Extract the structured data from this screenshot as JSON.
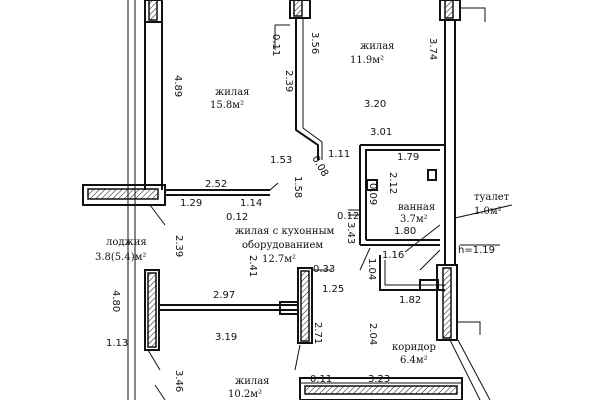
{
  "rooms": {
    "living_top_right": {
      "name": "жилая",
      "area": "11.9м²"
    },
    "living_left": {
      "name": "жилая",
      "area": "15.8м²"
    },
    "kitchen_living": {
      "name_line1": "жилая с кухонным",
      "name_line2": "оборудованием",
      "area": "12.7м²"
    },
    "bathroom": {
      "name": "ванная",
      "area": "3.7м²"
    },
    "toilet": {
      "name": "туалет",
      "area": "1.0м²"
    },
    "loggia": {
      "name": "лоджия",
      "area": "3.8(5.4)м²"
    },
    "corridor": {
      "name": "коридор",
      "area": "6.4м²"
    },
    "living_bottom": {
      "name": "жилая",
      "area": "10.2м²"
    }
  },
  "dimensions": {
    "d_4_89": "4.89",
    "d_0_11_top": "0.11",
    "d_3_56": "3.56",
    "d_3_74": "3.74",
    "d_2_39_top": "2.39",
    "d_3_20": "3.20",
    "d_3_01": "3.01",
    "d_1_11": "1.11",
    "d_0_08": "0.08",
    "d_1_79": "1.79",
    "d_1_53": "1.53",
    "d_1_58": "1.58",
    "d_2_12": "2.12",
    "d_0_09": "0.09",
    "d_2_52": "2.52",
    "d_1_29": "1.29",
    "d_1_14": "1.14",
    "d_0_12_left": "0.12",
    "d_0_12_right": "0.12",
    "d_3_43": "3.43",
    "d_1_80": "1.80",
    "d_2_39_left": "2.39",
    "d_2_41": "2.41",
    "d_0_33": "0.33",
    "d_1_16": "1.16",
    "d_h_1_19": "h=1.19",
    "d_1_04": "1.04",
    "d_1_25": "1.25",
    "d_4_80": "4.80",
    "d_2_97": "2.97",
    "d_1_82": "1.82",
    "d_1_13": "1.13",
    "d_3_19": "3.19",
    "d_2_71": "2.71",
    "d_2_04": "2.04",
    "d_3_46": "3.46",
    "d_0_11_bottom": "0.11",
    "d_3_23": "3.23"
  }
}
